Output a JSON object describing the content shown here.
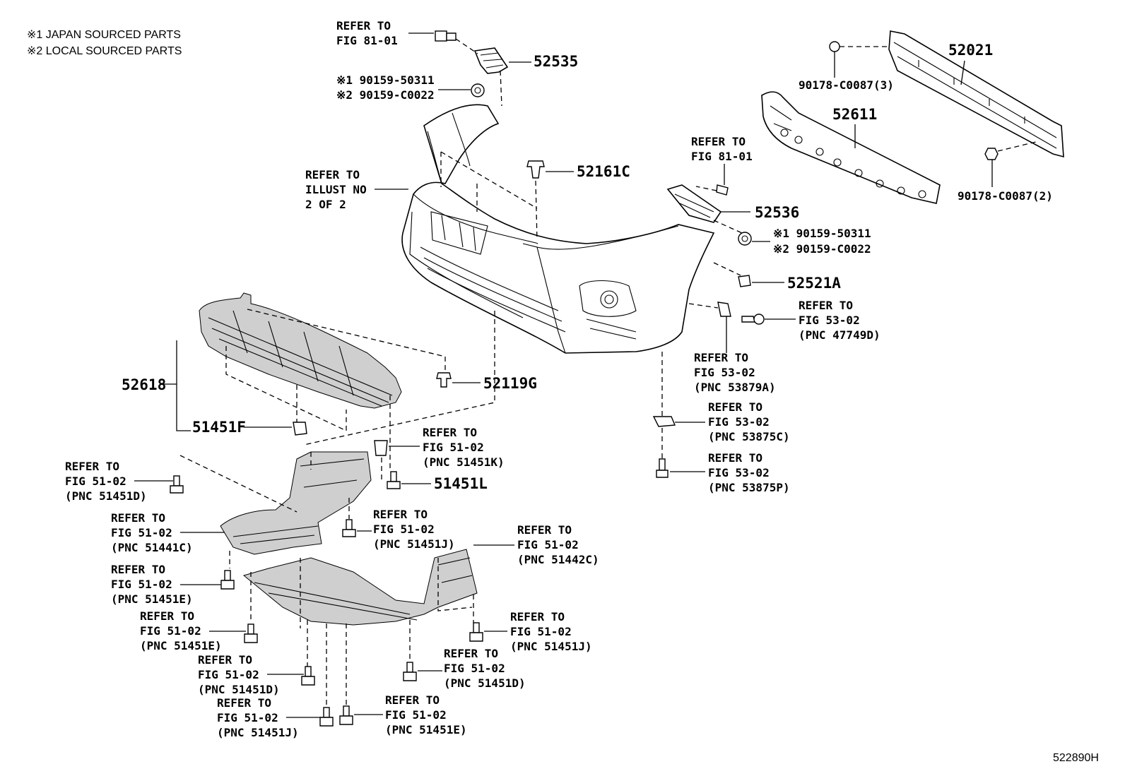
{
  "notes": [
    "※1 JAPAN SOURCED PARTS",
    "※2 LOCAL SOURCED PARTS"
  ],
  "diagram_id": "522890H",
  "refer_to": "REFER TO",
  "parts": {
    "p52535": "52535",
    "p52021": "52021",
    "p52611": "52611",
    "p52161C": "52161C",
    "p52536": "52536",
    "p52521A": "52521A",
    "p52618": "52618",
    "p52119G": "52119G",
    "p51451F": "51451F",
    "p51451L": "51451L"
  },
  "refs": {
    "fig8101_top": {
      "fig": "FIG 81-01"
    },
    "fig8101_right": {
      "fig": "FIG 81-01"
    },
    "illust": {
      "l2": "ILLUST NO",
      "l3": "2 OF 2"
    },
    "r47749D": {
      "fig": "FIG 53-02",
      "pnc": "(PNC 47749D)"
    },
    "r53879A": {
      "fig": "FIG 53-02",
      "pnc": "(PNC 53879A)"
    },
    "r53875C": {
      "fig": "FIG 53-02",
      "pnc": "(PNC 53875C)"
    },
    "r53875P": {
      "fig": "FIG 53-02",
      "pnc": "(PNC 53875P)"
    },
    "r51451K": {
      "fig": "FIG 51-02",
      "pnc": "(PNC 51451K)"
    },
    "r51451D_a": {
      "fig": "FIG 51-02",
      "pnc": "(PNC 51451D)"
    },
    "r51441C": {
      "fig": "FIG 51-02",
      "pnc": "(PNC 51441C)"
    },
    "r51451J_a": {
      "fig": "FIG 51-02",
      "pnc": "(PNC 51451J)"
    },
    "r51442C": {
      "fig": "FIG 51-02",
      "pnc": "(PNC 51442C)"
    },
    "r51451E_a": {
      "fig": "FIG 51-02",
      "pnc": "(PNC 51451E)"
    },
    "r51451E_b": {
      "fig": "FIG 51-02",
      "pnc": "(PNC 51451E)"
    },
    "r51451J_b": {
      "fig": "FIG 51-02",
      "pnc": "(PNC 51451J)"
    },
    "r51451D_b": {
      "fig": "FIG 51-02",
      "pnc": "(PNC 51451D)"
    },
    "r51451D_c": {
      "fig": "FIG 51-02",
      "pnc": "(PNC 51451D)"
    },
    "r51451J_c": {
      "fig": "FIG 51-02",
      "pnc": "(PNC 51451J)"
    },
    "r51451E_c": {
      "fig": "FIG 51-02",
      "pnc": "(PNC 51451E)"
    }
  },
  "alt_parts": {
    "top": {
      "jp": "※1 90159-50311",
      "local": "※2 90159-C0022"
    },
    "right": {
      "jp": "※1 90159-50311",
      "local": "※2 90159-C0022"
    }
  },
  "bolts": {
    "b3": "90178-C0087(3)",
    "b2": "90178-C0087(2)"
  }
}
